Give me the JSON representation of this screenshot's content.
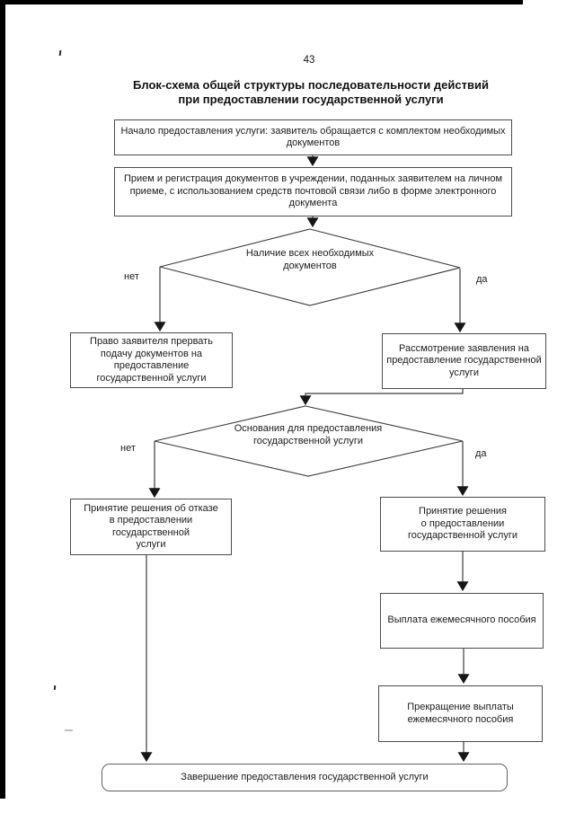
{
  "page_number": "43",
  "title_lines": [
    "Блок-схема общей структуры последовательности действий",
    "при предоставлении государственной услуги"
  ],
  "nodes": {
    "start": [
      "Начало предоставления услуги: заявитель обращается с комплектом необходимых",
      "документов"
    ],
    "reception": [
      "Прием и регистрация документов в учреждении, поданных заявителем на личном",
      "приеме, с использованием средств почтовой связи либо в форме электронного",
      "документа"
    ],
    "decision_documents": [
      "Наличие всех необходимых",
      "документов"
    ],
    "interrupt": [
      "Право заявителя прервать",
      "подачу документов на",
      "предоставление",
      "государственной услуги"
    ],
    "review": [
      "Рассмотрение заявления на",
      "предоставление государственной",
      "услуги"
    ],
    "decision_grounds": [
      "Основания для предоставления",
      "государственной услуги"
    ],
    "refusal": [
      "Принятие решения об отказе",
      "в предоставлении",
      "государственной",
      "услуги"
    ],
    "approval": [
      "Принятие решения",
      "о предоставлении",
      "государственной услуги"
    ],
    "payment": [
      "Выплата ежемесячного пособия"
    ],
    "termination": [
      "Прекращение выплаты",
      "ежемесячного пособия"
    ],
    "end": [
      "Завершение предоставления государственной услуги"
    ]
  },
  "branch_labels": {
    "decision1_no": "нет",
    "decision1_yes": "да",
    "decision2_no": "нет",
    "decision2_yes": "да"
  },
  "colors": {
    "line": "#3d3d3d",
    "box-border": "#4b4b4b",
    "text": "#1b1b1b",
    "bg": "#ffffff",
    "scan": "#000000"
  }
}
